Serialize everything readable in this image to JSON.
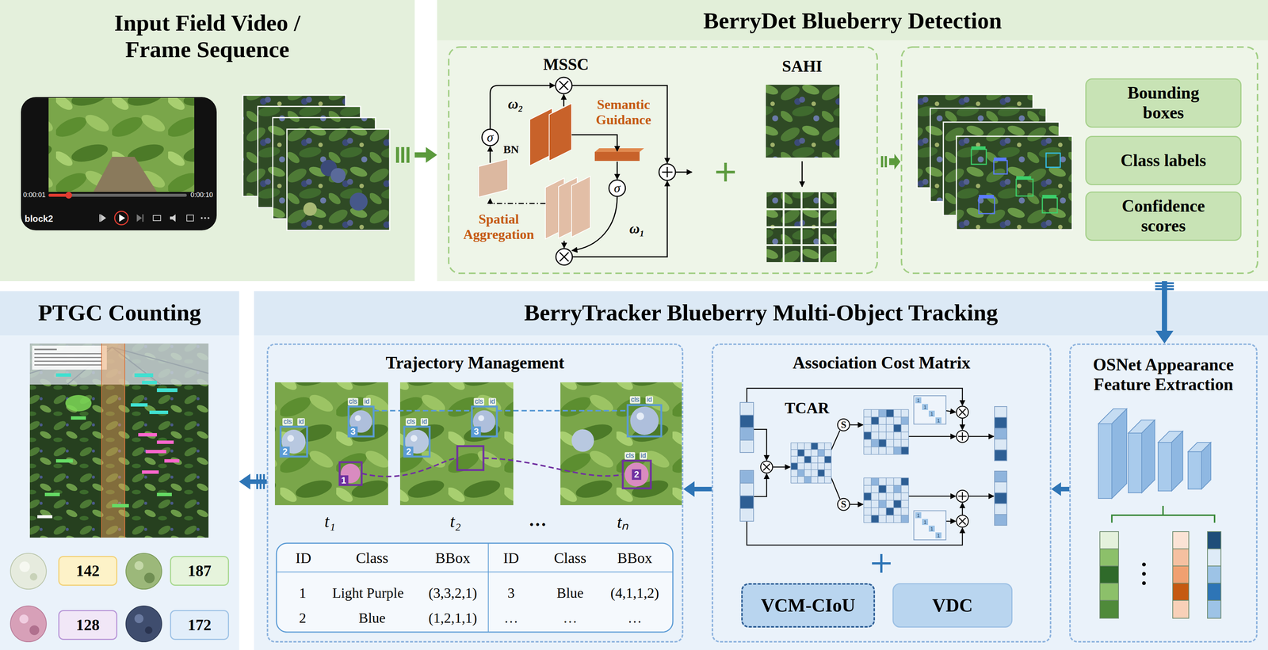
{
  "diagram": {
    "nodes": [
      {
        "text": [
          "Input Field Video / Frame Sequence"
        ]
      },
      {
        "text": [
          "BerryDet Blueberry Detection"
        ]
      },
      {
        "text": [
          "Bounding boxes"
        ],
        "in": 1
      },
      {
        "text": [
          "Class labels"
        ],
        "in": 1
      },
      {
        "text": [
          "Confidence scores"
        ],
        "in": 1
      },
      {
        "text": [
          "PTGC Counting"
        ]
      },
      {
        "text": [
          "142"
        ],
        "in": 5
      },
      {
        "text": [
          "187"
        ],
        "in": 5
      },
      {
        "text": [
          "128"
        ],
        "in": 5
      },
      {
        "text": [
          "172"
        ],
        "in": 5
      },
      {
        "text": [
          "BerryTracker Blueberry Multi-Object Tracking"
        ]
      },
      {
        "text": [
          "Trajectory Management"
        ],
        "in": 10
      },
      {
        "text": [
          "Association Cost Matrix"
        ],
        "in": 10
      },
      {
        "text": [
          "VCM-CIoU"
        ],
        "in": 12
      },
      {
        "text": [
          "VDC"
        ],
        "in": 12
      },
      {
        "text": [
          "OSNet Appearance Feature Extraction"
        ],
        "in": 10
      }
    ],
    "edges": [
      {
        "from": 0,
        "to": 1,
        "arrow": "to"
      },
      {
        "from": 1,
        "to": 15,
        "arrow": "to"
      },
      {
        "from": 15,
        "to": 12,
        "arrow": "to"
      },
      {
        "from": 12,
        "to": 11,
        "arrow": "to"
      },
      {
        "from": 11,
        "to": 5,
        "arrow": "to"
      }
    ],
    "labels": [
      "0:00:01",
      "0:00:10",
      "block2",
      "MSSC",
      "ω₂",
      "σ",
      "BN",
      "Semantic Guidance",
      "σ",
      "ω₁",
      "Spatial Aggregation",
      "SAHI",
      "cls",
      "id",
      "cls",
      "id",
      "2",
      "3",
      "1",
      "cls",
      "id",
      "cls",
      "id",
      "2",
      "3",
      "cls",
      "id",
      "cls",
      "id",
      "2",
      "t₁",
      "t₂",
      "…",
      "tₙ",
      "ID",
      "Class",
      "BBox",
      "ID",
      "Class",
      "BBox",
      "1",
      "Light Purple",
      "(3,3,2,1)",
      "3",
      "Blue",
      "(4,1,1,2)",
      "2",
      "Blue",
      "(1,2,1,1)",
      "…",
      "…",
      "…",
      "TCAR",
      "S",
      "S",
      "1",
      "1",
      "1",
      "1",
      "1",
      "1",
      "1",
      "1"
    ]
  }
}
